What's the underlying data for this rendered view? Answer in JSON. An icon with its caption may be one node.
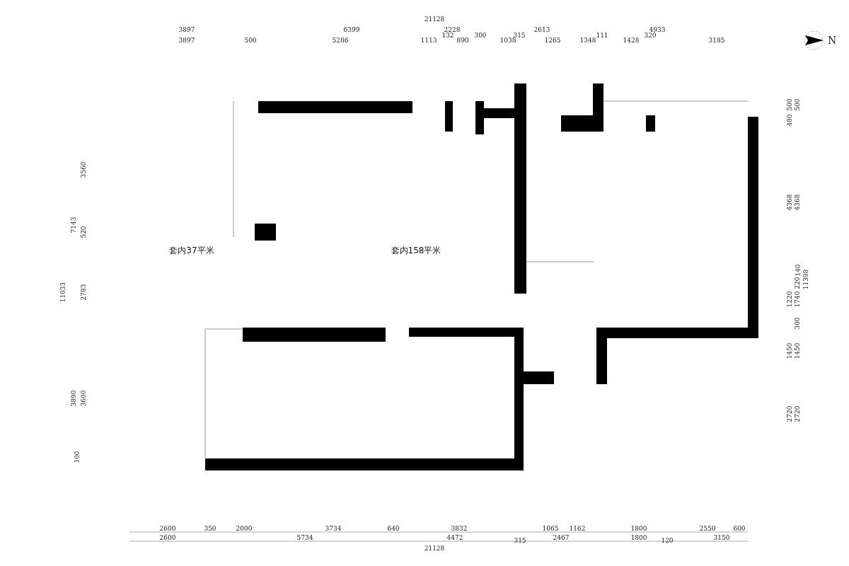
{
  "diagram": {
    "labels": [
      "21128",
      "3897",
      "6399",
      "2228",
      "2613",
      "4933",
      "3897",
      "500",
      "5286",
      "1113",
      "132",
      "890",
      "300",
      "1038",
      "315",
      "1265",
      "1348",
      "111",
      "1428",
      "320",
      "3185",
      "N",
      "3560",
      "7143",
      "520",
      "11033",
      "2783",
      "3890",
      "3600",
      "100",
      "480",
      "500",
      "500",
      "4368",
      "4368",
      "220",
      "140",
      "11398",
      "1220",
      "1740",
      "300",
      "1450",
      "1450",
      "2720",
      "2720",
      "套内37平米",
      "套内158平米",
      "2600",
      "350",
      "2000",
      "3734",
      "640",
      "3832",
      "1065",
      "1162",
      "1800",
      "2550",
      "600",
      "2600",
      "5734",
      "4472",
      "315",
      "2467",
      "1800",
      "120",
      "3150",
      "21128"
    ]
  }
}
